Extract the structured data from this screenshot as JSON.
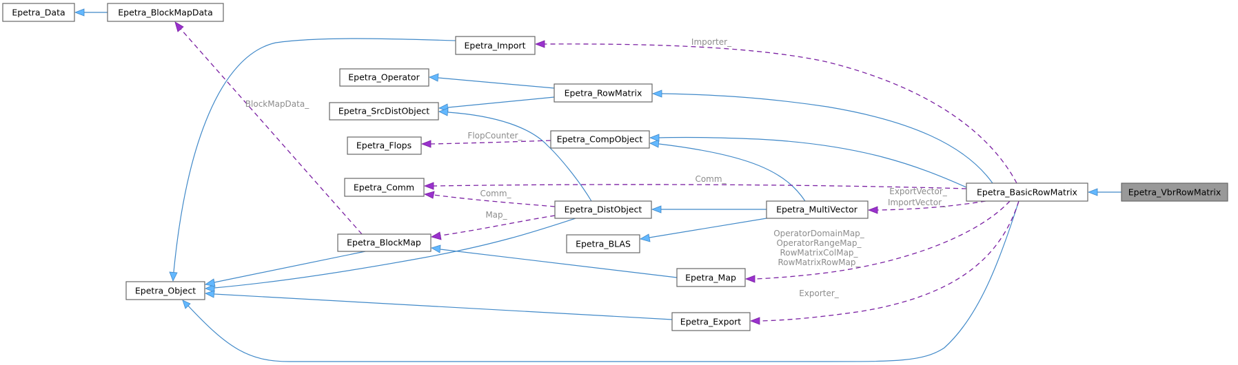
{
  "diagram": {
    "type": "class-collaboration-graph",
    "nodes": [
      {
        "id": "data",
        "label": "Epetra_Data"
      },
      {
        "id": "blockmapdata",
        "label": "Epetra_BlockMapData"
      },
      {
        "id": "import",
        "label": "Epetra_Import"
      },
      {
        "id": "operator",
        "label": "Epetra_Operator"
      },
      {
        "id": "rowmatrix",
        "label": "Epetra_RowMatrix"
      },
      {
        "id": "srcdistobject",
        "label": "Epetra_SrcDistObject"
      },
      {
        "id": "flops",
        "label": "Epetra_Flops"
      },
      {
        "id": "compobject",
        "label": "Epetra_CompObject"
      },
      {
        "id": "comm",
        "label": "Epetra_Comm"
      },
      {
        "id": "distobject",
        "label": "Epetra_DistObject"
      },
      {
        "id": "multivector",
        "label": "Epetra_MultiVector"
      },
      {
        "id": "basicrowmatrix",
        "label": "Epetra_BasicRowMatrix"
      },
      {
        "id": "vbrrowmatrix",
        "label": "Epetra_VbrRowMatrix",
        "focus": true
      },
      {
        "id": "blockmap",
        "label": "Epetra_BlockMap"
      },
      {
        "id": "blas",
        "label": "Epetra_BLAS"
      },
      {
        "id": "map",
        "label": "Epetra_Map"
      },
      {
        "id": "object",
        "label": "Epetra_Object"
      },
      {
        "id": "export",
        "label": "Epetra_Export"
      }
    ],
    "edge_labels": {
      "importer": "Importer_",
      "blockmapdata": "BlockMapData_",
      "flopcounter": "FlopCounter_",
      "comm_basic": "Comm_",
      "comm_dist": "Comm_",
      "map_dist": "Map_",
      "vectors": [
        "ExportVector_",
        "ImportVector_"
      ],
      "maps": [
        "OperatorDomainMap_",
        "OperatorRangeMap_",
        "RowMatrixColMap_",
        "RowMatrixRowMap_"
      ],
      "exporter": "Exporter_"
    },
    "edges": [
      {
        "from": "blockmapdata",
        "to": "data",
        "kind": "inheritance"
      },
      {
        "from": "import",
        "to": "object",
        "kind": "inheritance"
      },
      {
        "from": "rowmatrix",
        "to": "operator",
        "kind": "inheritance"
      },
      {
        "from": "rowmatrix",
        "to": "srcdistobject",
        "kind": "inheritance"
      },
      {
        "from": "distobject",
        "to": "srcdistobject",
        "kind": "inheritance"
      },
      {
        "from": "distobject",
        "to": "object",
        "kind": "inheritance"
      },
      {
        "from": "multivector",
        "to": "distobject",
        "kind": "inheritance"
      },
      {
        "from": "multivector",
        "to": "compobject",
        "kind": "inheritance"
      },
      {
        "from": "multivector",
        "to": "blas",
        "kind": "inheritance"
      },
      {
        "from": "basicrowmatrix",
        "to": "rowmatrix",
        "kind": "inheritance"
      },
      {
        "from": "basicrowmatrix",
        "to": "compobject",
        "kind": "inheritance"
      },
      {
        "from": "basicrowmatrix",
        "to": "object",
        "kind": "inheritance"
      },
      {
        "from": "vbrrowmatrix",
        "to": "basicrowmatrix",
        "kind": "inheritance"
      },
      {
        "from": "blockmap",
        "to": "object",
        "kind": "inheritance"
      },
      {
        "from": "map",
        "to": "blockmap",
        "kind": "inheritance"
      },
      {
        "from": "export",
        "to": "object",
        "kind": "inheritance"
      },
      {
        "from": "basicrowmatrix",
        "to": "import",
        "kind": "usage",
        "label": "Importer_"
      },
      {
        "from": "blockmap",
        "to": "blockmapdata",
        "kind": "usage",
        "label": "BlockMapData_"
      },
      {
        "from": "compobject",
        "to": "flops",
        "kind": "usage",
        "label": "FlopCounter_"
      },
      {
        "from": "basicrowmatrix",
        "to": "comm",
        "kind": "usage",
        "label": "Comm_"
      },
      {
        "from": "distobject",
        "to": "comm",
        "kind": "usage",
        "label": "Comm_"
      },
      {
        "from": "distobject",
        "to": "blockmap",
        "kind": "usage",
        "label": "Map_"
      },
      {
        "from": "basicrowmatrix",
        "to": "multivector",
        "kind": "usage",
        "label": "ExportVector_ ImportVector_"
      },
      {
        "from": "basicrowmatrix",
        "to": "map",
        "kind": "usage",
        "label": "OperatorDomainMap_ OperatorRangeMap_ RowMatrixColMap_ RowMatrixRowMap_"
      },
      {
        "from": "basicrowmatrix",
        "to": "export",
        "kind": "usage",
        "label": "Exporter_"
      }
    ],
    "colors": {
      "inheritance_edge": "#3f88c8",
      "inheritance_arrow": "#63b8ff",
      "usage_edge": "#7a1fa2",
      "usage_arrow": "#9a32cd",
      "edge_label": "#8c8c8c",
      "node_border": "#666666",
      "focus_fill": "#999999"
    }
  }
}
